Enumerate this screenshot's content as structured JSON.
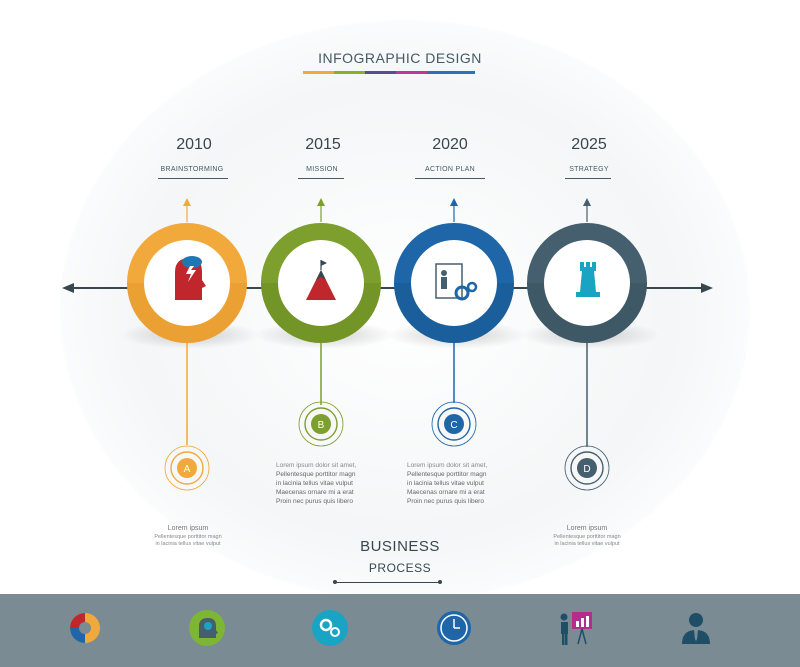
{
  "header": {
    "title": "INFOGRAPHIC DESIGN"
  },
  "milestones": [
    {
      "year": "2010",
      "label": "BRAINSTORMING",
      "badge": "A",
      "color": "#f2a93b",
      "icon": "brainstorm-head-icon"
    },
    {
      "year": "2015",
      "label": "MISSION",
      "badge": "B",
      "color": "#7d9f2d",
      "icon": "mountain-flag-icon"
    },
    {
      "year": "2020",
      "label": "ACTION PLAN",
      "badge": "C",
      "color": "#1f66a8",
      "icon": "presentation-gears-icon"
    },
    {
      "year": "2025",
      "label": "STRATEGY",
      "badge": "D",
      "color": "#455f6e",
      "icon": "chess-rook-icon"
    }
  ],
  "descriptions": {
    "a": {
      "head": "Lorem ipsum",
      "lines": [
        "Pellentesque porttitor magn",
        "in lacinia tellus vitae vulput"
      ]
    },
    "b": {
      "head": "Lorem ipsum dolor sit amet,",
      "lines": [
        "Pellentesque porttitor magn",
        "in lacinia tellus vitae vulput",
        "Maecenas ornare mi a erat",
        "Proin nec purus quis libero"
      ]
    },
    "c": {
      "head": "Lorem ipsum dolor sit amet,",
      "lines": [
        "Pellentesque porttitor magn",
        "in lacinia tellus vitae vulput",
        "Maecenas ornare mi a erat",
        "Proin nec purus quis libero"
      ]
    },
    "d": {
      "head": "Lorem ipsum",
      "lines": [
        "Pellentesque porttitor magn",
        "in lacinia tellus vitae vulput"
      ]
    }
  },
  "footer_text": {
    "line1": "BUSINESS",
    "line2": "PROCESS"
  },
  "footer_icons": [
    "pie-chart-icon",
    "head-gear-icon",
    "gears-icon",
    "clock-icon",
    "presenter-chart-icon",
    "businessman-icon"
  ]
}
